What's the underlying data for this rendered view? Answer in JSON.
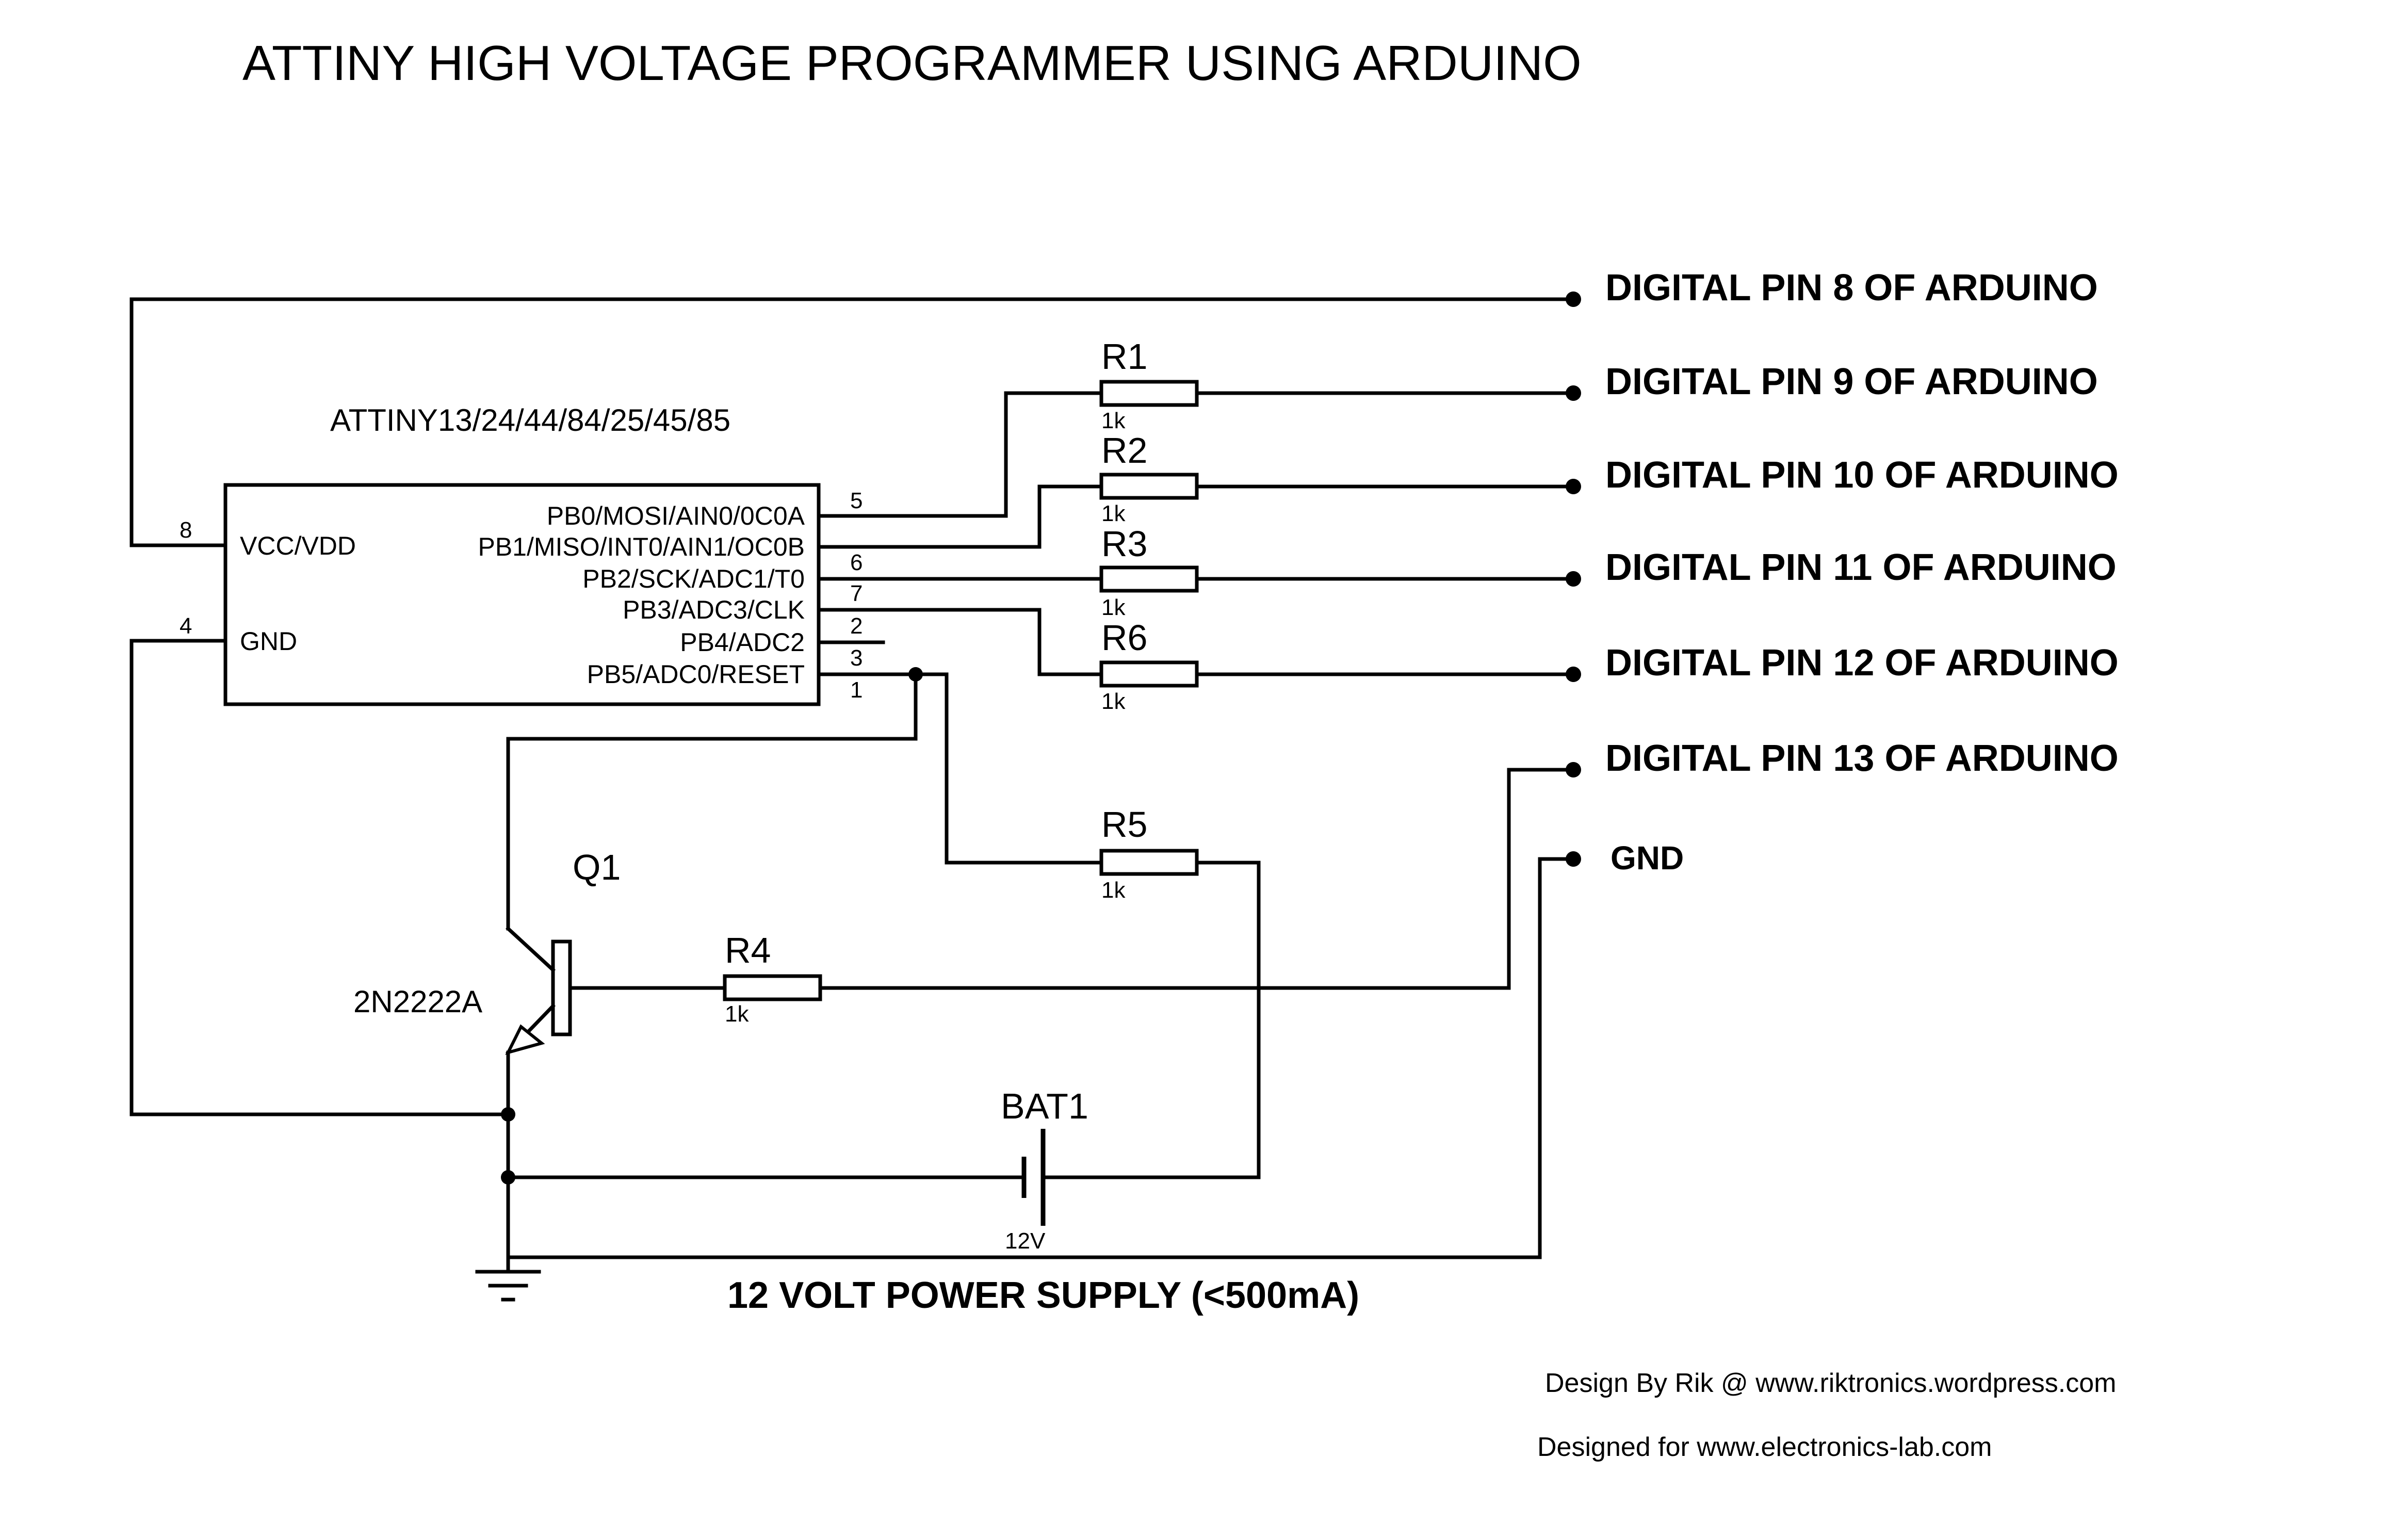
{
  "title": "ATTINY HIGH VOLTAGE PROGRAMMER USING ARDUINO",
  "ic": {
    "part": "ATTINY13/24/44/84/25/45/85",
    "left_pins": [
      {
        "num": "8",
        "name": "VCC/VDD"
      },
      {
        "num": "4",
        "name": "GND"
      }
    ],
    "right_pins": [
      {
        "num": "5",
        "name": "PB0/MOSI/AIN0/0C0A"
      },
      {
        "num": "6",
        "name": "PB1/MISO/INT0/AIN1/OC0B"
      },
      {
        "num": "7",
        "name": "PB2/SCK/ADC1/T0"
      },
      {
        "num": "2",
        "name": "PB3/ADC3/CLK"
      },
      {
        "num": "3",
        "name": "PB4/ADC2"
      },
      {
        "num": "1",
        "name": "PB5/ADC0/RESET"
      }
    ]
  },
  "resistors": [
    {
      "ref": "R1",
      "value": "1k"
    },
    {
      "ref": "R2",
      "value": "1k"
    },
    {
      "ref": "R3",
      "value": "1k"
    },
    {
      "ref": "R6",
      "value": "1k"
    },
    {
      "ref": "R5",
      "value": "1k"
    },
    {
      "ref": "R4",
      "value": "1k"
    }
  ],
  "transistor": {
    "ref": "Q1",
    "part": "2N2222A"
  },
  "battery": {
    "ref": "BAT1",
    "value": "12V"
  },
  "connections": [
    "DIGITAL PIN 8 OF ARDUINO",
    "DIGITAL PIN 9 OF ARDUINO",
    "DIGITAL PIN 10 OF ARDUINO",
    "DIGITAL PIN 11 OF ARDUINO",
    "DIGITAL PIN 12 OF ARDUINO",
    "DIGITAL PIN 13 OF ARDUINO",
    "GND"
  ],
  "power_supply_label": "12 VOLT POWER SUPPLY (<500mA)",
  "credits": {
    "design_by": "Design By Rik @ www.riktronics.wordpress.com",
    "designed_for": "Designed for www.electronics-lab.com"
  }
}
